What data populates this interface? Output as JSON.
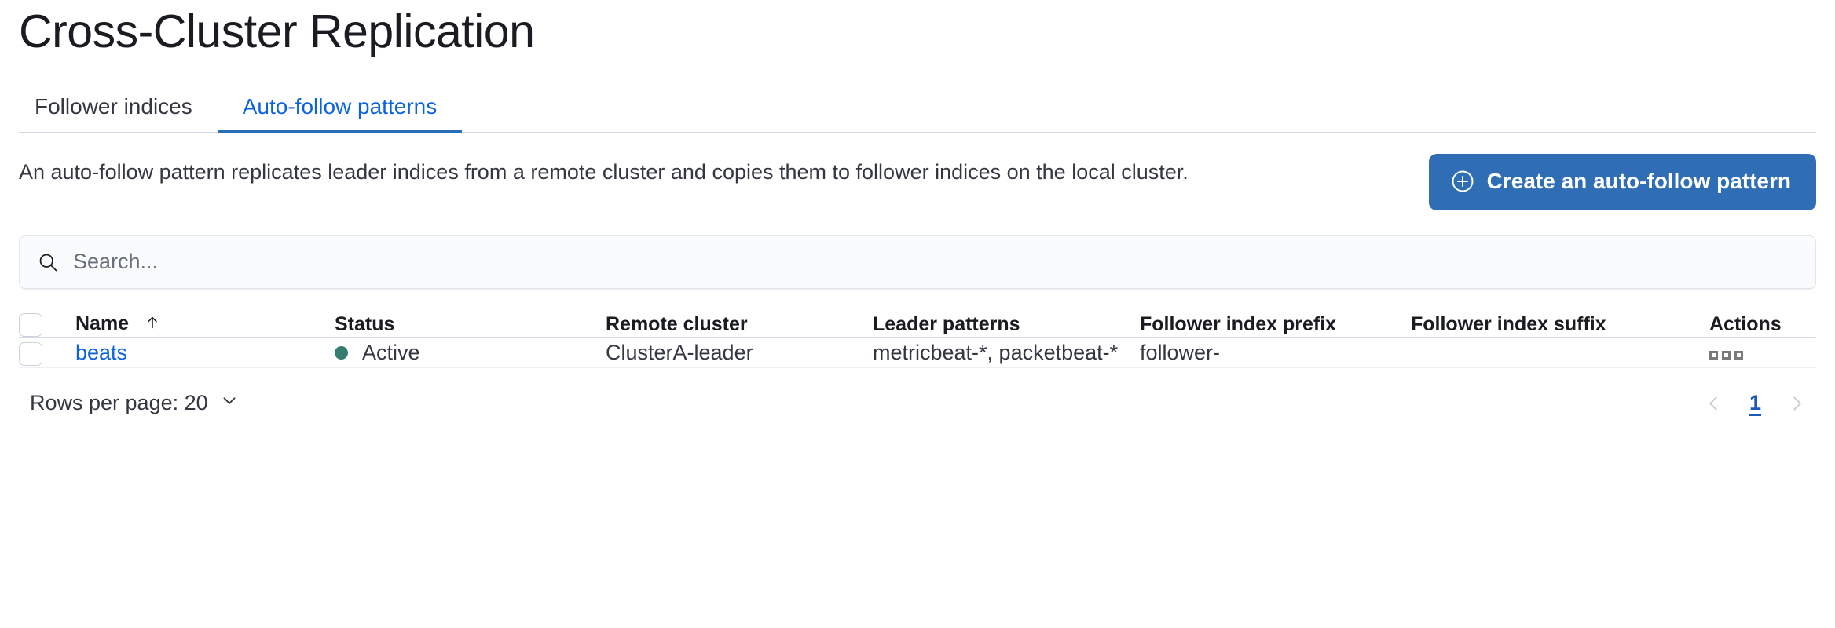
{
  "header": {
    "title": "Cross-Cluster Replication"
  },
  "tabs": [
    {
      "label": "Follower indices",
      "active": false,
      "name": "tab-follower-indices"
    },
    {
      "label": "Auto-follow patterns",
      "active": true,
      "name": "tab-auto-follow-patterns"
    }
  ],
  "description": "An auto-follow pattern replicates leader indices from a remote cluster and copies them to follower indices on the local cluster.",
  "create_button": {
    "label": "Create an auto-follow pattern",
    "icon": "plus-in-circle-icon",
    "color": "#2f6eb5"
  },
  "search": {
    "value": "",
    "placeholder": "Search...",
    "icon": "search-icon"
  },
  "table": {
    "columns": [
      {
        "key": "name",
        "label": "Name",
        "sort": "asc"
      },
      {
        "key": "status",
        "label": "Status"
      },
      {
        "key": "remote_cluster",
        "label": "Remote cluster"
      },
      {
        "key": "leader_patterns",
        "label": "Leader patterns"
      },
      {
        "key": "follower_index_prefix",
        "label": "Follower index prefix"
      },
      {
        "key": "follower_index_suffix",
        "label": "Follower index suffix"
      },
      {
        "key": "actions",
        "label": "Actions"
      }
    ],
    "rows": [
      {
        "name": "beats",
        "status": "Active",
        "status_color": "#357c71",
        "remote_cluster": "ClusterA-leader",
        "leader_patterns": "metricbeat-*, packetbeat-*",
        "follower_index_prefix": "follower-",
        "follower_index_suffix": "",
        "actions_icon": "boxes-horizontal-icon"
      }
    ]
  },
  "footer": {
    "rows_per_page_label": "Rows per page: 20",
    "rows_per_page_value": "20",
    "pagination": {
      "previous": "‹",
      "next": "›",
      "current_page": "1"
    }
  },
  "colors": {
    "accent_link": "#0b64dd",
    "tab_active": "#2a6eb8",
    "status_active": "#357c71",
    "primary_button": "#2f6eb5"
  }
}
